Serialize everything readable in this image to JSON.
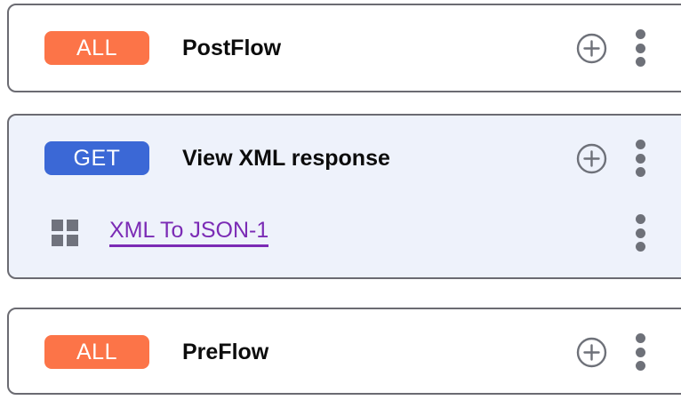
{
  "panel": {
    "name": "apigee-proxy-flow-list",
    "background_color": "#ffffff"
  },
  "colors": {
    "badge_all": "#fc7448",
    "badge_get": "#3b68d6",
    "card_border": "#6b6b72",
    "card_selected_bg": "#eef2fb",
    "policy_link": "#7b2bb5",
    "icon_gray": "#6e7179",
    "title_text": "#0c0c0c"
  },
  "flows": [
    {
      "id": "postflow",
      "method_badge": "ALL",
      "badge_style": "all",
      "title": "PostFlow",
      "selected": false,
      "add_icon": "plus-circle-icon",
      "menu_icon": "kebab-menu-icon",
      "policies": []
    },
    {
      "id": "view-xml-response",
      "method_badge": "GET",
      "badge_style": "get",
      "title": "View XML response",
      "selected": true,
      "add_icon": "plus-circle-icon",
      "menu_icon": "kebab-menu-icon",
      "policies": [
        {
          "icon": "grid-policy-icon",
          "label": "XML To JSON-1",
          "menu_icon": "kebab-menu-icon"
        }
      ]
    },
    {
      "id": "preflow",
      "method_badge": "ALL",
      "badge_style": "all",
      "title": "PreFlow",
      "selected": false,
      "add_icon": "plus-circle-icon",
      "menu_icon": "kebab-menu-icon",
      "policies": []
    }
  ]
}
